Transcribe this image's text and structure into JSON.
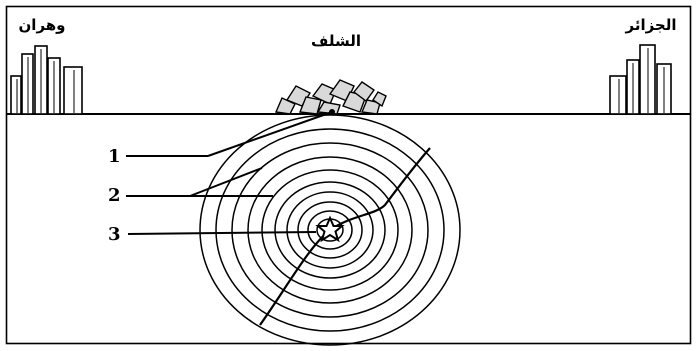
{
  "cities": {
    "left": "وهران",
    "center": "الشلف",
    "right": "الجزائر"
  },
  "callouts": [
    "1",
    "2",
    "3"
  ],
  "colors": {
    "ink": "#000000",
    "background": "#ffffff",
    "rubble": "#d9d9d9"
  }
}
